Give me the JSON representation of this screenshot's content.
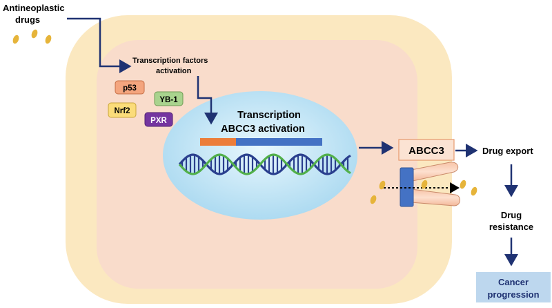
{
  "labels": {
    "drugs_line1": "Antineoplastic",
    "drugs_line2": "drugs",
    "tf_line1": "Transcription factors",
    "tf_line2": "activation",
    "transcription_line1": "Transcription",
    "transcription_line2": "ABCC3 activation",
    "abcc3": "ABCC3",
    "drug_export": "Drug export",
    "resistance_line1": "Drug",
    "resistance_line2": "resistance",
    "cancer_line1": "Cancer",
    "cancer_line2": "progression"
  },
  "transcription_factors": {
    "p53": "p53",
    "yb1": "YB-1",
    "nrf2": "Nrf2",
    "pxr": "PXR"
  },
  "colors": {
    "cell_outer": "#fbe8c0",
    "cell_inner": "#f9dccb",
    "nucleus": "#b9e2f5",
    "arrow": "#1f3272",
    "drug": "#e6b43a",
    "p53": "#f4a57e",
    "yb1": "#a9d38e",
    "nrf2": "#fbdc7a",
    "pxr": "#7535a0",
    "gene_orange": "#ec7d3a",
    "gene_blue": "#4472c4",
    "dna_green": "#52b04a",
    "dna_navy": "#2a3f8e",
    "abcc3_fill": "#fbe3d3",
    "transporter_blue": "#4472c4",
    "cancer_box": "#bdd7ee"
  }
}
